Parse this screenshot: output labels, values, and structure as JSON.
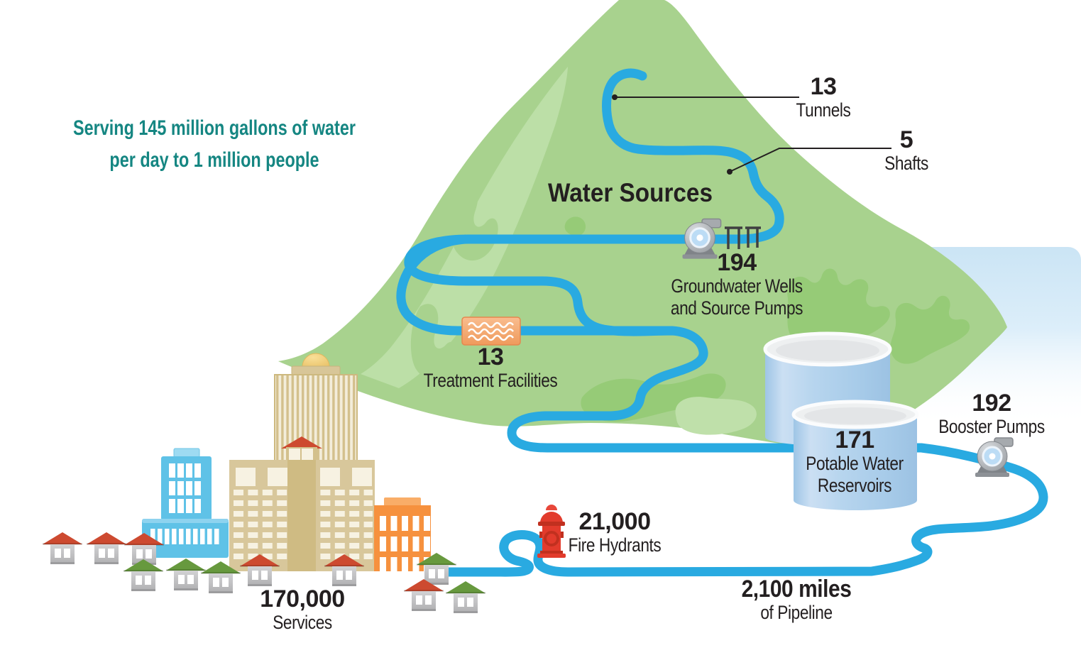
{
  "title": {
    "line1": "Serving 145 million gallons of water",
    "line2": "per day to 1 million people"
  },
  "section_heading": "Water Sources",
  "stats": {
    "tunnels": {
      "value": "13",
      "label_lines": [
        "Tunnels"
      ]
    },
    "shafts": {
      "value": "5",
      "label_lines": [
        "Shafts"
      ]
    },
    "groundwater_wells": {
      "value": "194",
      "label_lines": [
        "Groundwater Wells",
        "and Source Pumps"
      ]
    },
    "treatment_facilities": {
      "value": "13",
      "label_lines": [
        "Treatment Facilities"
      ]
    },
    "potable_reservoirs": {
      "value": "171",
      "label_lines": [
        "Potable Water",
        "Reservoirs"
      ]
    },
    "booster_pumps": {
      "value": "192",
      "label_lines": [
        "Booster Pumps"
      ]
    },
    "fire_hydrants": {
      "value": "21,000",
      "label_lines": [
        "Fire Hydrants"
      ]
    },
    "pipeline": {
      "value": "2,100 miles",
      "label_lines": [
        "of Pipeline"
      ]
    },
    "services": {
      "value": "170,000",
      "label_lines": [
        "Services"
      ]
    }
  },
  "icons": {
    "source_pump": "pump-icon",
    "groundwater_well": "well-icon",
    "treatment_facility": "treatment-waves-icon",
    "reservoir": "water-tank-icon",
    "booster_pump": "pump-icon",
    "fire_hydrant": "fire-hydrant-icon",
    "city": "city-buildings-illustration",
    "house": "house-icon",
    "mountain": "mountain-illustration"
  },
  "colors": {
    "pipe": "#29aae1",
    "mountain": "#a8d28e",
    "mountain_light": "#bcdfa7",
    "mountain_shadow": "#96cb77",
    "title_teal": "#158682",
    "text": "#231f20",
    "water_background": "#cfe7f6",
    "tan_building": "#d8c79b",
    "blue_building": "#5fc2e7",
    "orange_building": "#f6913e",
    "red_roof": "#cd4a30",
    "green_roof": "#67993e",
    "hydrant_red": "#e23b2c",
    "reservoir_blue": "#aed0ec"
  }
}
